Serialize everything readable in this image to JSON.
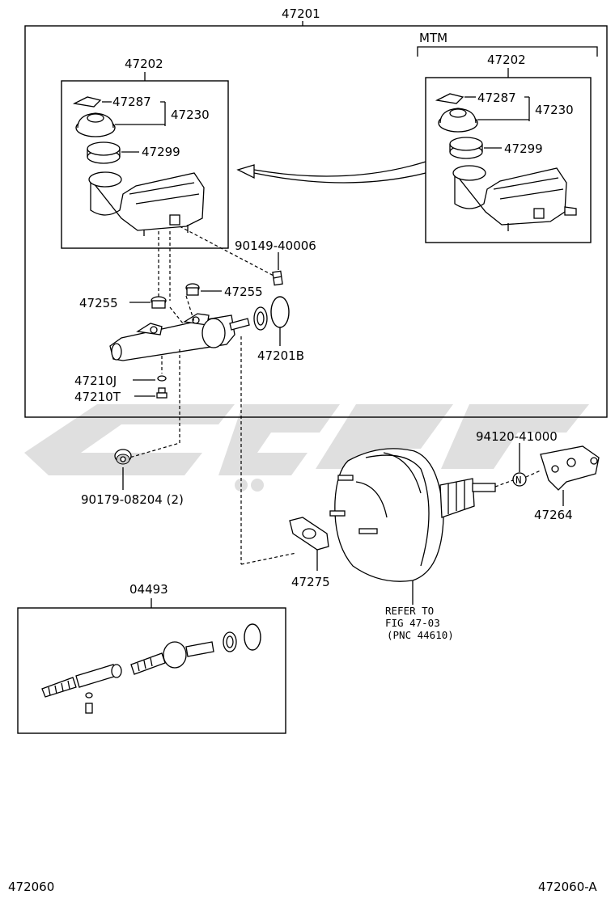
{
  "labels": {
    "assembly_top": "47201",
    "variant_mtm": "MTM",
    "reservoir_left": "47202",
    "reservoir_right": "47202",
    "cap_left": "47287",
    "cap_right": "47287",
    "cap_group_left": "47230",
    "cap_group_right": "47230",
    "strainer_left": "47299",
    "strainer_right": "47299",
    "screw": "90149-40006",
    "grommet_left": "47255",
    "grommet_right": "47255",
    "oring_kit": "47201B",
    "bleeder_j": "47210J",
    "bleeder_t": "47210T",
    "nut": "90179-08204 (2)",
    "clevis_bolt": "94120-41000",
    "clevis": "47264",
    "gasket": "47275",
    "refer_line1": "REFER TO",
    "refer_line2": "FIG 47-03",
    "refer_line3": "(PNC 44610)",
    "repair_kit": "04493",
    "ref_left": "472060",
    "ref_right": "472060-A",
    "new_part_symbol": "N"
  }
}
